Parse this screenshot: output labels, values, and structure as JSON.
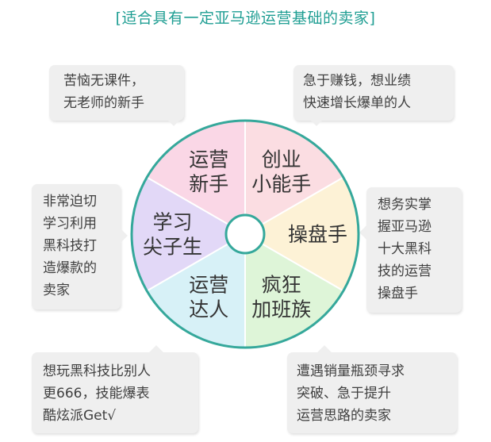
{
  "title": "[适合具有一定亚马逊运营基础的卖家]",
  "segments": [
    {
      "line1": "运营",
      "line2": "新手",
      "color": "#fad7e6"
    },
    {
      "line1": "创业",
      "line2": "小能手",
      "color": "#fbdde2"
    },
    {
      "line1": "操盘手",
      "line2": "",
      "color": "#fdf2d6"
    },
    {
      "line1": "疯狂",
      "line2": "加班族",
      "color": "#def5d8"
    },
    {
      "line1": "运营",
      "line2": "达人",
      "color": "#d7f1f7"
    },
    {
      "line1": "学习",
      "line2": "尖子生",
      "color": "#e2d8f7"
    }
  ],
  "bubbles": {
    "top_left": "苦恼无课件，\n无老师的新手",
    "top_right": "急于赚钱，想业绩\n快速增长爆单的人",
    "mid_left": "非常迫切\n学习利用\n黑科技打\n造爆款的\n卖家",
    "mid_right": "想务实掌\n握亚马逊\n十大黑科\n技的运营\n操盘手",
    "bottom_left": "想玩黑科技比别人\n更666，技能爆表\n酷炫派Get√",
    "bottom_right": "遭遇销量瓶颈寻求\n突破、急于提升\n运营思路的卖家"
  },
  "colors": {
    "title": "#1f9e93",
    "ring": "#35a89b",
    "bubble": "#efefef",
    "text": "#333333"
  }
}
